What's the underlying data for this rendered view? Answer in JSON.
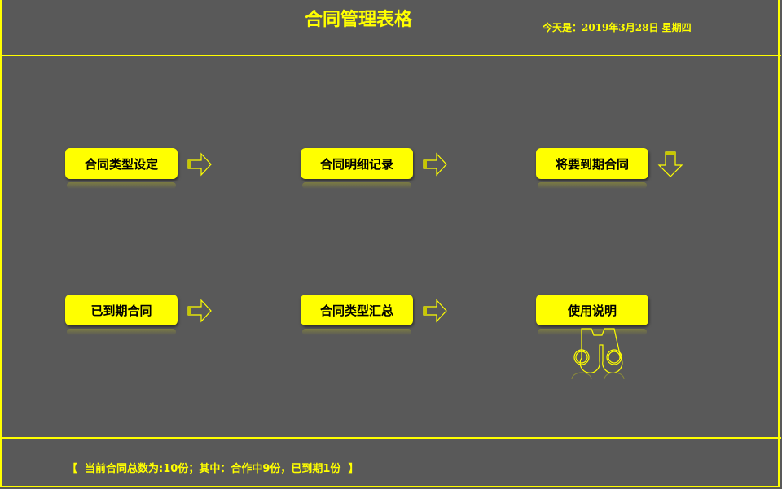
{
  "header": {
    "title": "合同管理表格",
    "date_text": "今天是：2019年3月28日  星期四"
  },
  "buttons": [
    {
      "label": "合同类型设定"
    },
    {
      "label": "合同明细记录"
    },
    {
      "label": "将要到期合同"
    },
    {
      "label": "已到期合同"
    },
    {
      "label": "合同类型汇总"
    },
    {
      "label": "使用说明"
    }
  ],
  "footer": {
    "summary": "【  当前合同总数为:10份；其中：合作中9份，已到期1份  】"
  },
  "colors": {
    "accent": "#ffff00",
    "background": "#595959"
  }
}
